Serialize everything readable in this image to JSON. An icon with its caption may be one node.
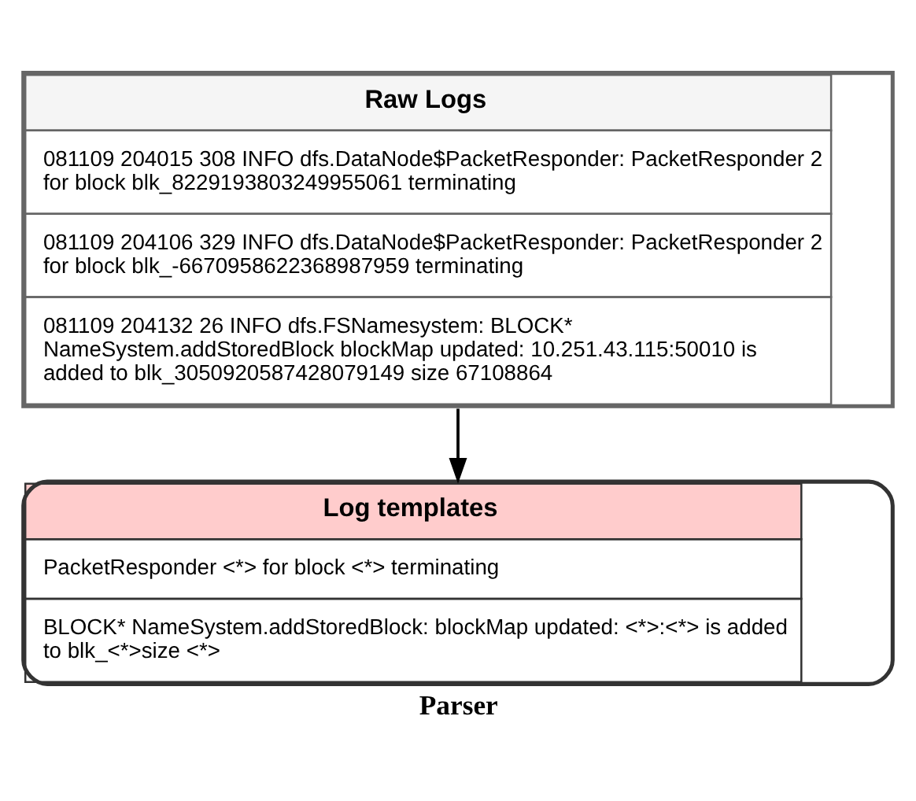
{
  "diagram": {
    "caption": "Parser",
    "nodes": [
      {
        "text": [
          "Raw Logs",
          "081109 204015 308 INFO dfs.DataNode$PacketResponder: PacketResponder 2 for block blk_8229193803249955061 terminating",
          "081109 204106 329 INFO dfs.DataNode$PacketResponder: PacketResponder 2 for block blk_-6670958622368987959 terminating",
          "081109 204132 26 INFO dfs.FSNamesystem: BLOCK* NameSystem.addStoredBlock blockMap updated: 10.251.43.115:50010 is added to blk_3050920587428079149 size 67108864"
        ]
      },
      {
        "text": [
          "Log templates",
          "PacketResponder <*> for block <*> terminating",
          "BLOCK* NameSystem.addStoredBlock: blockMap updated: <*>:<*> is added to blk_<*>size <*>"
        ]
      }
    ],
    "edges": [
      {
        "from": 0,
        "to": 1,
        "arrow": "to"
      }
    ]
  }
}
